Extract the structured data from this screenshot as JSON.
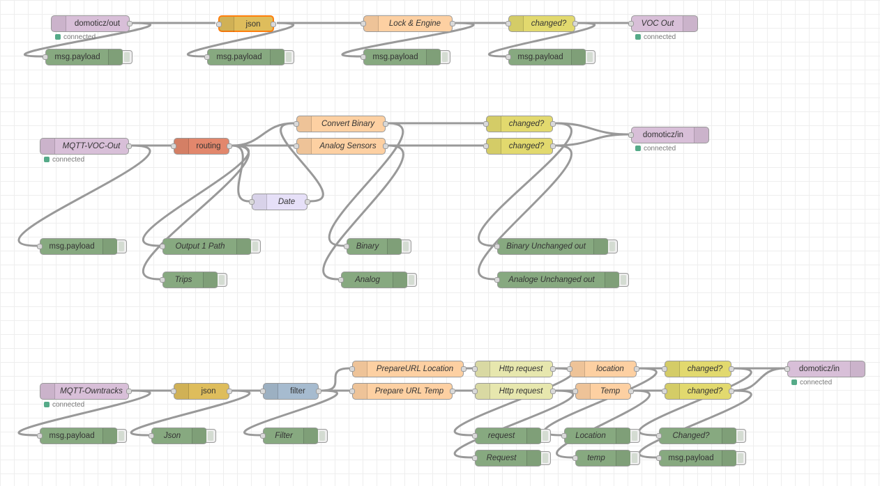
{
  "flow": {
    "nodes": [
      {
        "id": "n1",
        "type": "mqtt",
        "label": "domoticz/out",
        "status": "connected",
        "icon": "wave-icon",
        "in": false,
        "out": true
      },
      {
        "id": "n2",
        "type": "json",
        "label": "json",
        "icon": "braces-icon",
        "in": true,
        "out": true,
        "selected": true
      },
      {
        "id": "n3",
        "type": "fn",
        "label": "Lock & Engine",
        "italic": true,
        "icon": "function-icon",
        "in": true,
        "out": true
      },
      {
        "id": "n4",
        "type": "rbe",
        "label": "changed?",
        "italic": true,
        "icon": "rbe-icon",
        "in": true,
        "out": true
      },
      {
        "id": "n5",
        "type": "mqtt",
        "label": "VOC Out",
        "italic": true,
        "status": "connected",
        "icon": "wave-icon",
        "in": true,
        "out": false,
        "iconRight": true
      },
      {
        "id": "d1",
        "type": "debug",
        "label": "msg.payload",
        "icon": "list-icon",
        "in": true,
        "out": false
      },
      {
        "id": "d2",
        "type": "debug",
        "label": "msg.payload",
        "icon": "list-icon",
        "in": true,
        "out": false
      },
      {
        "id": "d3",
        "type": "debug",
        "label": "msg.payload",
        "icon": "list-icon",
        "in": true,
        "out": false
      },
      {
        "id": "d4",
        "type": "debug",
        "label": "msg.payload",
        "icon": "list-icon",
        "in": true,
        "out": false
      },
      {
        "id": "m1",
        "type": "mqtt",
        "label": "MQTT-VOC-Out",
        "italic": true,
        "status": "connected",
        "icon": "wave-icon",
        "in": false,
        "out": true
      },
      {
        "id": "sw",
        "type": "switch",
        "label": "routing",
        "icon": "switch-icon",
        "in": true,
        "out": true
      },
      {
        "id": "cb",
        "type": "fn",
        "label": "Convert Binary",
        "italic": true,
        "icon": "function-icon",
        "in": true,
        "out": true
      },
      {
        "id": "as",
        "type": "fn",
        "label": "Analog Sensors",
        "italic": true,
        "icon": "function-icon",
        "in": true,
        "out": true
      },
      {
        "id": "dt",
        "type": "delay",
        "label": "Date",
        "italic": true,
        "icon": "timer-icon",
        "in": true,
        "out": true
      },
      {
        "id": "r1",
        "type": "rbe",
        "label": "changed?",
        "italic": true,
        "icon": "rbe-icon",
        "in": true,
        "out": true
      },
      {
        "id": "r2",
        "type": "rbe",
        "label": "changed?",
        "italic": true,
        "icon": "rbe-icon",
        "in": true,
        "out": true
      },
      {
        "id": "di1",
        "type": "mqtt",
        "label": "domoticz/in",
        "status": "connected",
        "icon": "wave-icon",
        "in": true,
        "out": false,
        "iconRight": true
      },
      {
        "id": "d5",
        "type": "debug",
        "label": "msg.payload",
        "icon": "list-icon",
        "in": true,
        "out": false
      },
      {
        "id": "d6",
        "type": "debug",
        "label": "Output 1 Path",
        "italic": true,
        "icon": "list-icon",
        "in": true,
        "out": false
      },
      {
        "id": "d7",
        "type": "debug",
        "label": "Trips",
        "italic": true,
        "icon": "list-icon",
        "in": true,
        "out": false
      },
      {
        "id": "d8",
        "type": "debug",
        "label": "Binary",
        "italic": true,
        "icon": "list-icon",
        "in": true,
        "out": false
      },
      {
        "id": "d9",
        "type": "debug",
        "label": "Analog",
        "italic": true,
        "icon": "list-icon",
        "in": true,
        "out": false
      },
      {
        "id": "d10",
        "type": "debug",
        "label": "Binary Unchanged out",
        "italic": true,
        "icon": "list-icon",
        "in": true,
        "out": false
      },
      {
        "id": "d11",
        "type": "debug",
        "label": "Analoge Unchanged out",
        "italic": true,
        "icon": "list-icon",
        "in": true,
        "out": false
      },
      {
        "id": "m2",
        "type": "mqtt",
        "label": "MQTT-Owntracks",
        "italic": true,
        "status": "connected",
        "icon": "wave-icon",
        "in": false,
        "out": true
      },
      {
        "id": "j2",
        "type": "json",
        "label": "json",
        "icon": "braces-icon",
        "in": true,
        "out": true
      },
      {
        "id": "fl",
        "type": "filter",
        "label": "filter",
        "icon": "function-icon",
        "in": true,
        "out": true
      },
      {
        "id": "pl",
        "type": "fn",
        "label": "PrepareURL Location",
        "italic": true,
        "icon": "function-icon",
        "in": true,
        "out": true
      },
      {
        "id": "pt",
        "type": "fn",
        "label": "Prepare URL Temp",
        "italic": true,
        "icon": "function-icon",
        "in": true,
        "out": true
      },
      {
        "id": "h1",
        "type": "http",
        "label": "Http request",
        "italic": true,
        "icon": "globe-icon",
        "in": true,
        "out": true
      },
      {
        "id": "h2",
        "type": "http",
        "label": "Http request",
        "italic": true,
        "icon": "globe-icon",
        "in": true,
        "out": true
      },
      {
        "id": "lo",
        "type": "fn",
        "label": "location",
        "italic": true,
        "icon": "function-icon",
        "in": true,
        "out": true
      },
      {
        "id": "tp",
        "type": "fn",
        "label": "Temp",
        "italic": true,
        "icon": "function-icon",
        "in": true,
        "out": true
      },
      {
        "id": "r3",
        "type": "rbe",
        "label": "changed?",
        "italic": true,
        "icon": "rbe-icon",
        "in": true,
        "out": true
      },
      {
        "id": "r4",
        "type": "rbe",
        "label": "changed?",
        "italic": true,
        "icon": "rbe-icon",
        "in": true,
        "out": true
      },
      {
        "id": "di2",
        "type": "mqtt",
        "label": "domoticz/in",
        "status": "connected",
        "icon": "wave-icon",
        "in": true,
        "out": false,
        "iconRight": true
      },
      {
        "id": "d12",
        "type": "debug",
        "label": "msg.payload",
        "icon": "list-icon",
        "in": true,
        "out": false
      },
      {
        "id": "d13",
        "type": "debug",
        "label": "Json",
        "italic": true,
        "icon": "list-icon",
        "in": true,
        "out": false
      },
      {
        "id": "d14",
        "type": "debug",
        "label": "Filter",
        "italic": true,
        "icon": "list-icon",
        "in": true,
        "out": false
      },
      {
        "id": "d15",
        "type": "debug",
        "label": "request",
        "italic": true,
        "icon": "list-icon",
        "in": true,
        "out": false
      },
      {
        "id": "d16",
        "type": "debug",
        "label": "Request",
        "italic": true,
        "icon": "list-icon",
        "in": true,
        "out": false
      },
      {
        "id": "d17",
        "type": "debug",
        "label": "Location",
        "italic": true,
        "icon": "list-icon",
        "in": true,
        "out": false
      },
      {
        "id": "d18",
        "type": "debug",
        "label": "temp",
        "italic": true,
        "icon": "list-icon",
        "in": true,
        "out": false
      },
      {
        "id": "d19",
        "type": "debug",
        "label": "Changed?",
        "italic": true,
        "icon": "list-icon",
        "in": true,
        "out": false
      },
      {
        "id": "d20",
        "type": "debug",
        "label": "msg.payload",
        "icon": "list-icon",
        "in": true,
        "out": false
      }
    ],
    "wires": [
      [
        "n1",
        "n2"
      ],
      [
        "n1",
        "d1"
      ],
      [
        "n2",
        "n3"
      ],
      [
        "n2",
        "d2"
      ],
      [
        "n3",
        "n4"
      ],
      [
        "n3",
        "d3"
      ],
      [
        "n4",
        "n5"
      ],
      [
        "n4",
        "d4"
      ],
      [
        "m1",
        "sw"
      ],
      [
        "m1",
        "d5"
      ],
      [
        "sw",
        "cb"
      ],
      [
        "sw",
        "as"
      ],
      [
        "sw",
        "dt"
      ],
      [
        "sw",
        "d6"
      ],
      [
        "sw",
        "d7"
      ],
      [
        "dt",
        "cb"
      ],
      [
        "cb",
        "r1"
      ],
      [
        "cb",
        "d8"
      ],
      [
        "as",
        "r2"
      ],
      [
        "as",
        "d9"
      ],
      [
        "r1",
        "di1"
      ],
      [
        "r1",
        "d10"
      ],
      [
        "r2",
        "di1"
      ],
      [
        "r2",
        "d11"
      ],
      [
        "m2",
        "j2"
      ],
      [
        "m2",
        "d12"
      ],
      [
        "j2",
        "fl"
      ],
      [
        "j2",
        "d13"
      ],
      [
        "fl",
        "pl"
      ],
      [
        "fl",
        "pt"
      ],
      [
        "fl",
        "d14"
      ],
      [
        "pl",
        "h1"
      ],
      [
        "pt",
        "h2"
      ],
      [
        "h1",
        "lo"
      ],
      [
        "h1",
        "d15"
      ],
      [
        "h2",
        "tp"
      ],
      [
        "h2",
        "d16"
      ],
      [
        "lo",
        "r3"
      ],
      [
        "lo",
        "d17"
      ],
      [
        "tp",
        "r4"
      ],
      [
        "tp",
        "d18"
      ],
      [
        "r3",
        "di2"
      ],
      [
        "r3",
        "d19"
      ],
      [
        "r4",
        "di2"
      ],
      [
        "r4",
        "d20"
      ]
    ]
  }
}
